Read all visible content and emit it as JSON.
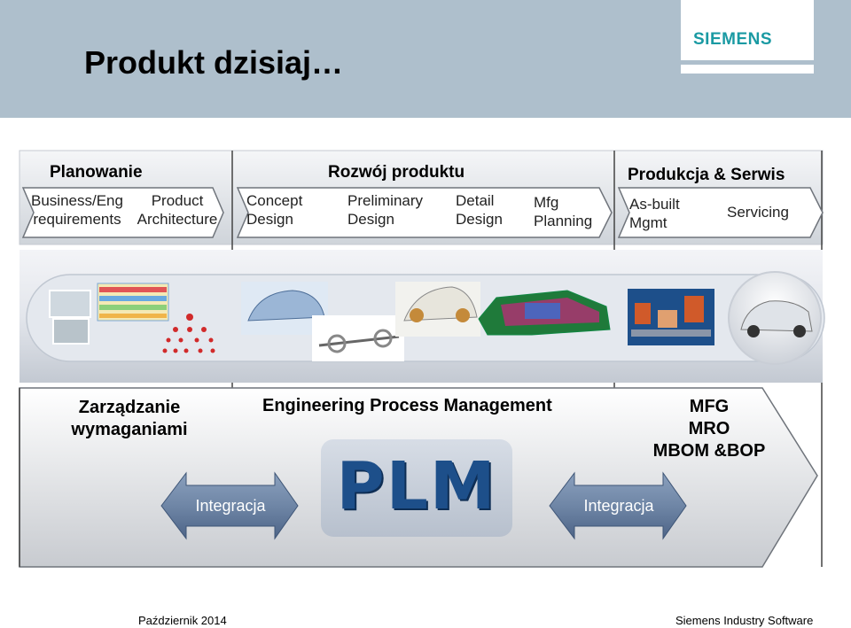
{
  "title": "Produkt dzisiaj…",
  "logo": "SIEMENS",
  "phases": {
    "planning": {
      "title": "Planowanie",
      "steps": [
        "Business/Eng\nrequirements",
        "Product\nArchitecture"
      ]
    },
    "development": {
      "title": "Rozwój produktu",
      "steps": [
        "Concept\nDesign",
        "Preliminary\nDesign",
        "Detail\nDesign",
        "Mfg\nPlanning"
      ]
    },
    "production": {
      "title": "Produkcja & Serwis",
      "steps": [
        "As-built\nMgmt",
        "Servicing"
      ]
    }
  },
  "bottom": {
    "requirements": "Zarządzanie\nwymaganiami",
    "epm": "Engineering Process Management",
    "mfg": "MFG\nMRO\nMBOM &BOP",
    "plm": "PLM",
    "integration_left": "Integracja",
    "integration_right": "Integracja"
  },
  "footer": {
    "date": "Październik 2014",
    "company": "Siemens Industry Software"
  }
}
